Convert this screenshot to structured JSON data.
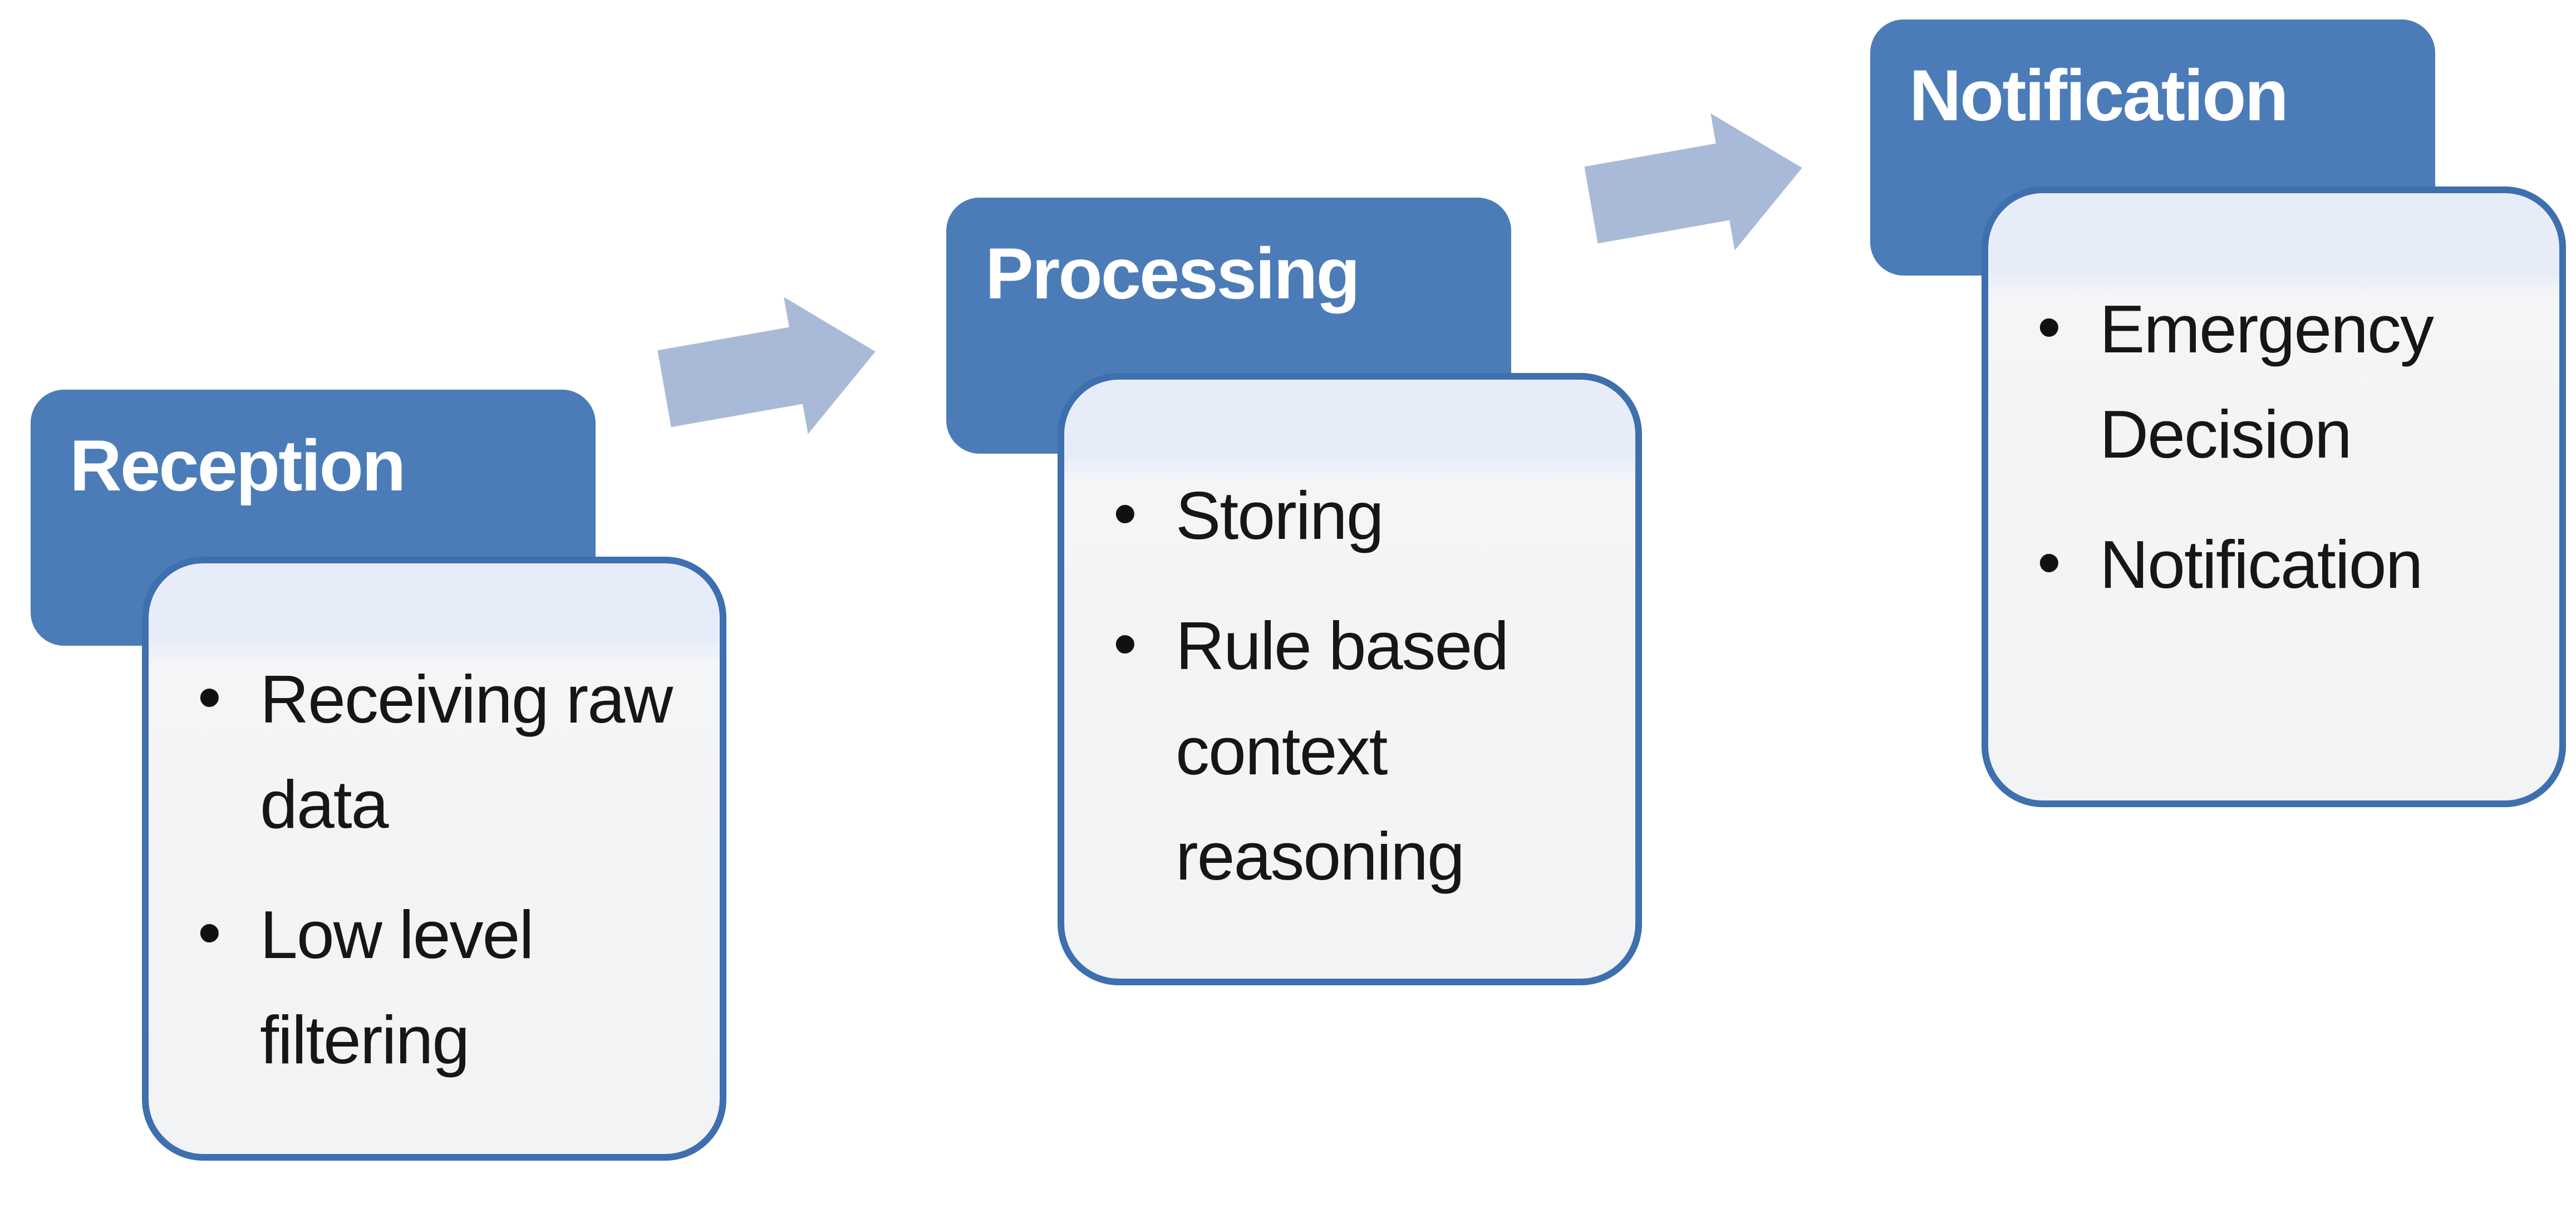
{
  "diagram": {
    "type": "process-flow",
    "steps": [
      {
        "id": "reception",
        "title": "Reception",
        "bullets": [
          "Receiving raw data",
          "Low level filtering"
        ]
      },
      {
        "id": "processing",
        "title": "Processing",
        "bullets": [
          "Storing",
          "Rule based context reasoning"
        ]
      },
      {
        "id": "notification",
        "title": "Notification",
        "bullets": [
          "Emergency Decision",
          "Notification"
        ]
      }
    ],
    "arrows": [
      {
        "name": "arrow-reception-to-processing",
        "direction": "up-right"
      },
      {
        "name": "arrow-processing-to-notification",
        "direction": "up-right"
      }
    ],
    "colors": {
      "header_blue": "#4b7cb8",
      "card_border_blue": "#3e6fae",
      "card_band_blue": "#e7edf8",
      "card_body": "#f3f4f6",
      "arrow_fill": "#a9bad8",
      "title_text": "#ffffff",
      "body_text": "#161616",
      "background": "#ffffff"
    }
  }
}
